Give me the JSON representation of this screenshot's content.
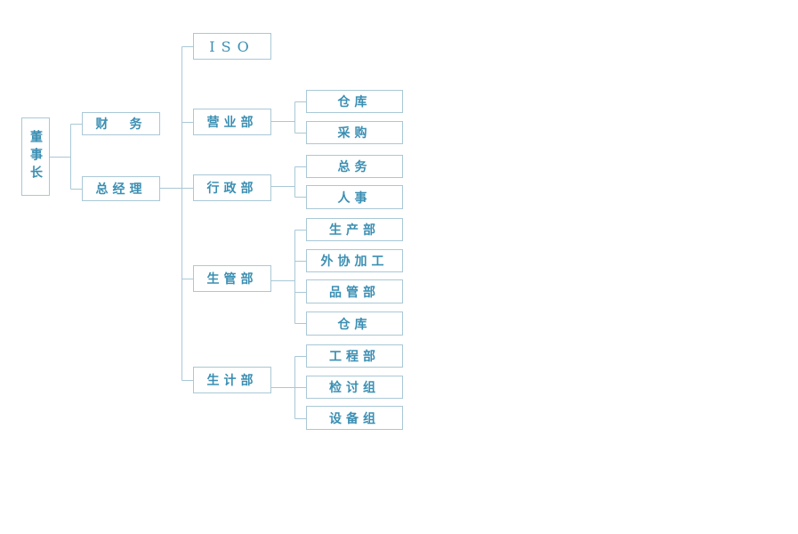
{
  "org_chart": {
    "chairman": "董事长",
    "finance": "财　务",
    "general_manager": "总经理",
    "iso": "ISO",
    "departments": {
      "sales": "营业部",
      "admin": "行政部",
      "production_mgmt": "生管部",
      "production_plan": "生计部"
    },
    "sales_units": [
      "仓库",
      "采购"
    ],
    "admin_units": [
      "总务",
      "人事"
    ],
    "production_mgmt_units": [
      "生产部",
      "外协加工",
      "品管部",
      "仓库"
    ],
    "production_plan_units": [
      "工程部",
      "检讨组",
      "设备组"
    ]
  },
  "colors": {
    "line": "#a9c8d6",
    "text": "#3b8fb3",
    "border": "#a9c8d6"
  }
}
